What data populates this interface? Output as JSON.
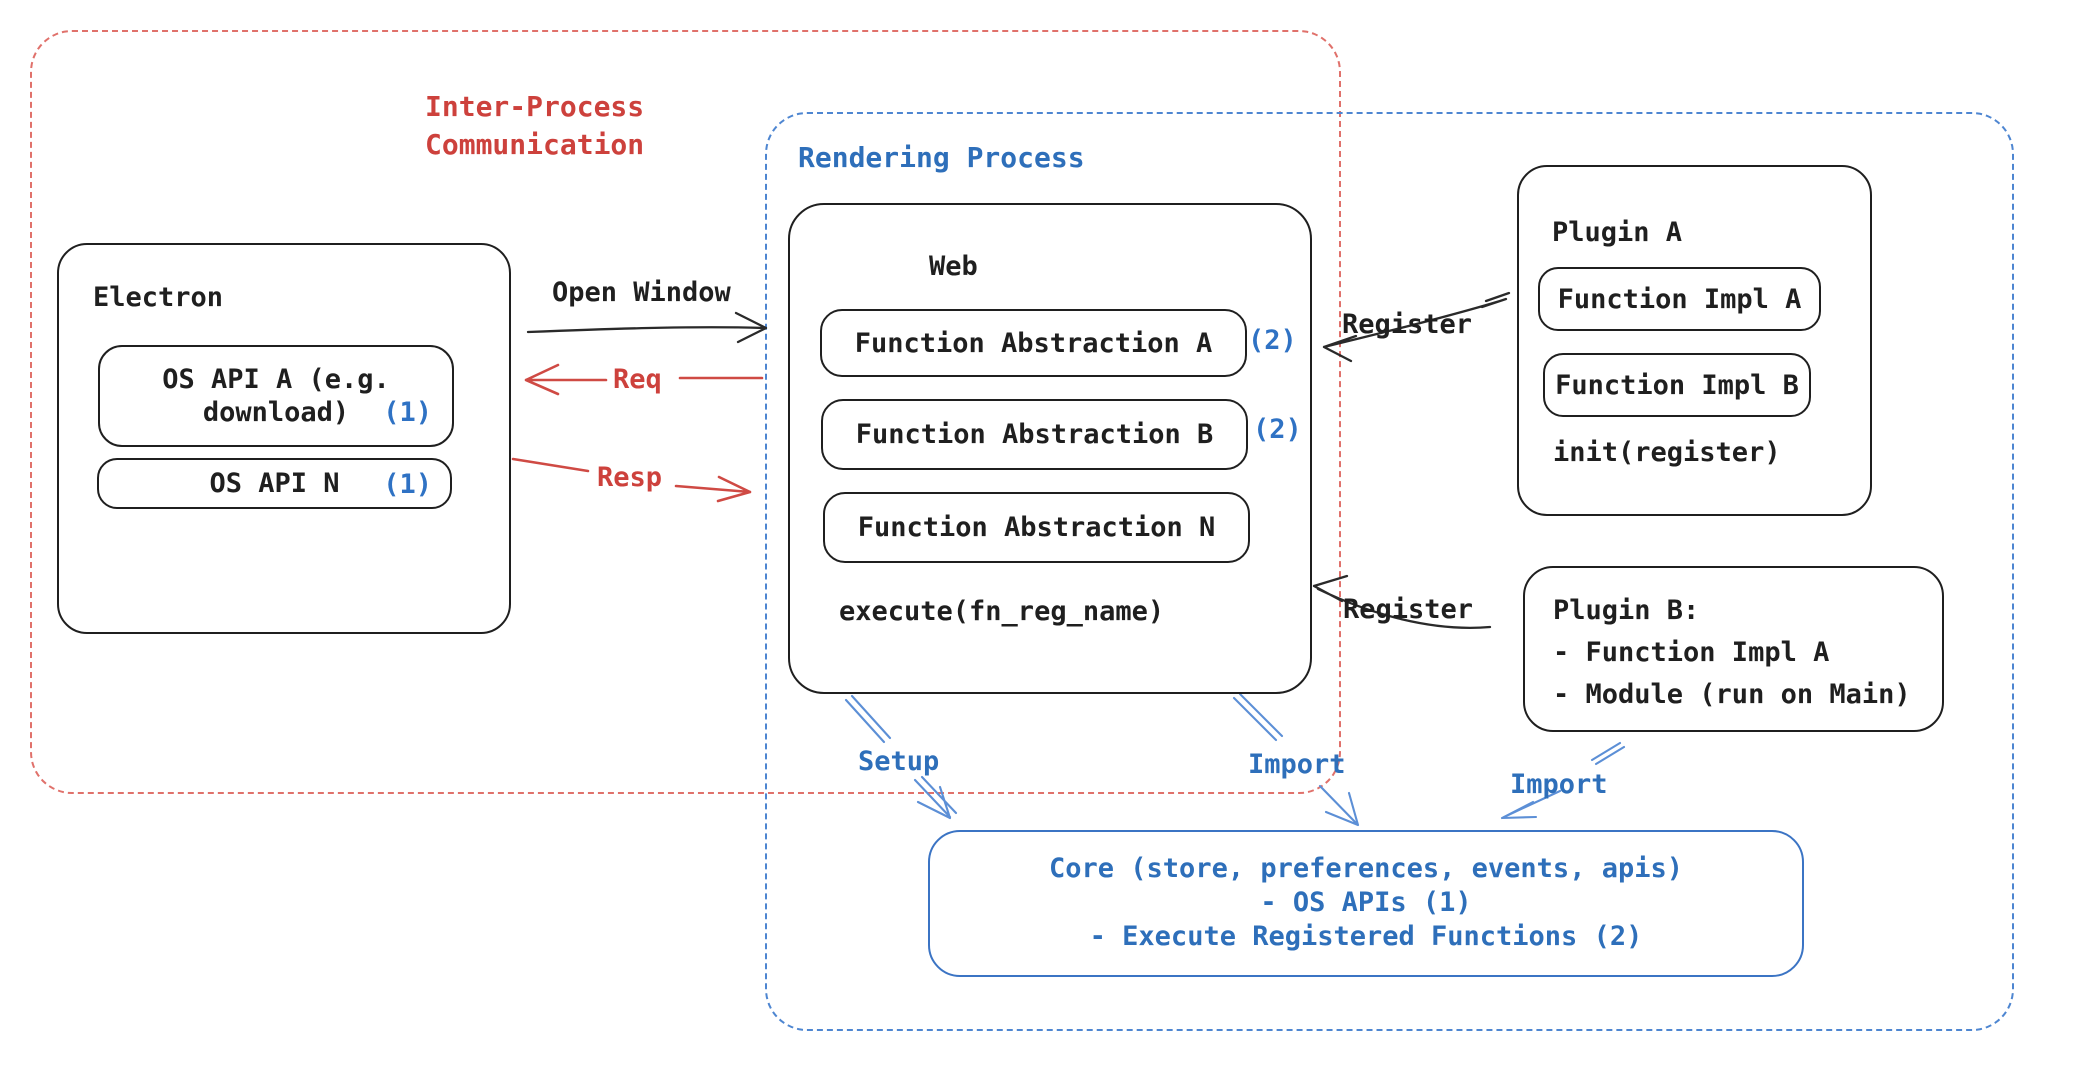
{
  "regions": {
    "ipc": {
      "label_line1": "Inter-Process",
      "label_line2": "Communication",
      "color": "#cd413c"
    },
    "rendering": {
      "label": "Rendering Process",
      "color": "#2e6fba"
    }
  },
  "electron": {
    "title": "Electron",
    "os_api_a": {
      "line1": "OS API A (e.g.",
      "line2": "download)",
      "badge": "(1)"
    },
    "os_api_n": {
      "label": "OS API N",
      "badge": "(1)"
    }
  },
  "web": {
    "title": "Web",
    "items": [
      {
        "label": "Function Abstraction A",
        "badge": "(2)"
      },
      {
        "label": "Function Abstraction B",
        "badge": "(2)"
      },
      {
        "label": "Function Abstraction N",
        "badge": ""
      }
    ],
    "footer": "execute(fn_reg_name)"
  },
  "plugin_a": {
    "title": "Plugin A",
    "impl_a": "Function Impl A",
    "impl_b": "Function Impl B",
    "footer": "init(register)"
  },
  "plugin_b": {
    "line1": "Plugin B:",
    "line2": "- Function Impl A",
    "line3": "- Module (run on Main)"
  },
  "core": {
    "line1": "Core (store, preferences, events, apis)",
    "line2": "- OS APIs (1)",
    "line3": "- Execute Registered Functions (2)",
    "color": "#2e6fba"
  },
  "arrows": {
    "open_window": "Open Window",
    "req": "Req",
    "resp": "Resp",
    "register_a": "Register",
    "register_b": "Register",
    "setup": "Setup",
    "import_core": "Import",
    "import_plugin_b": "Import"
  },
  "colors": {
    "stroke_black": "#1f1f1f",
    "red_text": "#cd413c",
    "red_dash": "#e0716b",
    "blue_text": "#2e6fba",
    "blue_dash": "#4e86d1",
    "blue_arrow": "#5c8fd6",
    "background": "#ffffff"
  }
}
